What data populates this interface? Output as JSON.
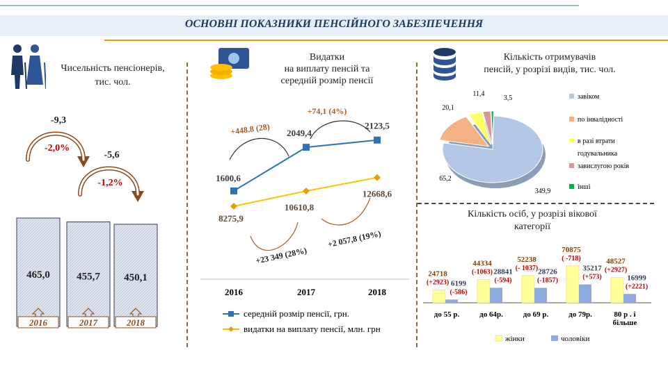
{
  "title": "ОСНОВНІ ПОКАЗНИКИ ПЕНСІЙНОГО ЗАБЕЗПЕЧЕННЯ",
  "sections": {
    "pensioners_title_line1": "Чисельність пенсіонерів,",
    "pensioners_title_line2": "тис. чол.",
    "expenses_title_line1": "Видатки",
    "expenses_title_line2": "на виплату пенсій та",
    "expenses_title_line3": "середній розмір пенсії",
    "recipients_title_line1": "Кількість отримувачів",
    "recipients_title_line2": "пенсій, у розрізі видів, тис. чол.",
    "age_title_line1": "Кількість осіб, у розрізі вікової",
    "age_title_line2": "категорії"
  },
  "chart_data": [
    {
      "type": "bar",
      "categories": [
        "2016",
        "2017",
        "2018"
      ],
      "values": [
        465.0,
        455.7,
        450.1
      ],
      "value_labels": [
        "465,0",
        "455,7",
        "450,1"
      ],
      "changes": [
        {
          "abs": "-9,3",
          "pct": "-2,0%"
        },
        {
          "abs": "-5,6",
          "pct": "-1,2%"
        }
      ],
      "colors": {
        "bar": "#dce3ee",
        "border": "#3a3a5a",
        "arrow": "#8b4a1a",
        "pct": "#c00000"
      }
    },
    {
      "type": "line",
      "categories": [
        "2016",
        "2017",
        "2018"
      ],
      "series": [
        {
          "name": "середній розмір пенсії, грн.",
          "values": [
            1600.6,
            2049.4,
            2123.5
          ],
          "labels": [
            "1600,6",
            "2049,4",
            "2123,5"
          ],
          "color": "#2e74b5"
        },
        {
          "name": "видатки на виплату пенсії, млн. грн",
          "values": [
            8275.9,
            10610.8,
            12668.6
          ],
          "labels": [
            "8275,9",
            "10610,8",
            "12668,6"
          ],
          "color": "#ffc000"
        }
      ],
      "annotations_top": [
        "+448.8 (28)",
        "+74,1 (4%)"
      ],
      "annotations_bottom": [
        "+23 349 (28%)",
        "+2 057,8 (19%)"
      ],
      "annotation_color": "#a0602a"
    },
    {
      "type": "pie",
      "slices": [
        {
          "name": "завіком",
          "value": 349.9,
          "label": "349,9",
          "color": "#b4c7e7"
        },
        {
          "name": "по інвалідності",
          "value": 65.2,
          "label": "65,2",
          "color": "#f4b183"
        },
        {
          "name": "в разі втрати годувальника",
          "value": 20.1,
          "label": "20,1",
          "color": "#ffff66"
        },
        {
          "name": "завислугоюроків",
          "value": 11.4,
          "label": "11,4",
          "color": "#d99694"
        },
        {
          "name": "інші",
          "value": 3.5,
          "label": "3,5",
          "color": "#00b050"
        }
      ],
      "legend_lines": [
        "завіком",
        "по інвалідності",
        "в разі втрати",
        "годувальника",
        "завислугою років",
        "інші"
      ]
    },
    {
      "type": "bar",
      "categories": [
        "до 55 р.",
        "до 64р.",
        "до 69 р.",
        "до 79р.",
        "80 р . і більше"
      ],
      "series": [
        {
          "name": "жінки",
          "values": [
            24718,
            44334,
            52238,
            70875,
            48527
          ],
          "changes": [
            "(+2923)",
            "(-1063)",
            "(- 1037)",
            "( -718)",
            "(+2927)"
          ],
          "color": "#ffff99"
        },
        {
          "name": "чоловіки",
          "values": [
            6199,
            28841,
            28726,
            35217,
            16999
          ],
          "changes": [
            "(-586)",
            "(-594)",
            "(-1857)",
            "(+573)",
            "(+2221)"
          ],
          "color": "#8faadc"
        }
      ],
      "category_lines": [
        [
          "до 55 р."
        ],
        [
          "до 64р."
        ],
        [
          "до 69 р."
        ],
        [
          "до 79р."
        ],
        [
          "80 р . і",
          "більше"
        ]
      ],
      "value_color": "#7f3f00",
      "change_color": "#c00000"
    }
  ]
}
